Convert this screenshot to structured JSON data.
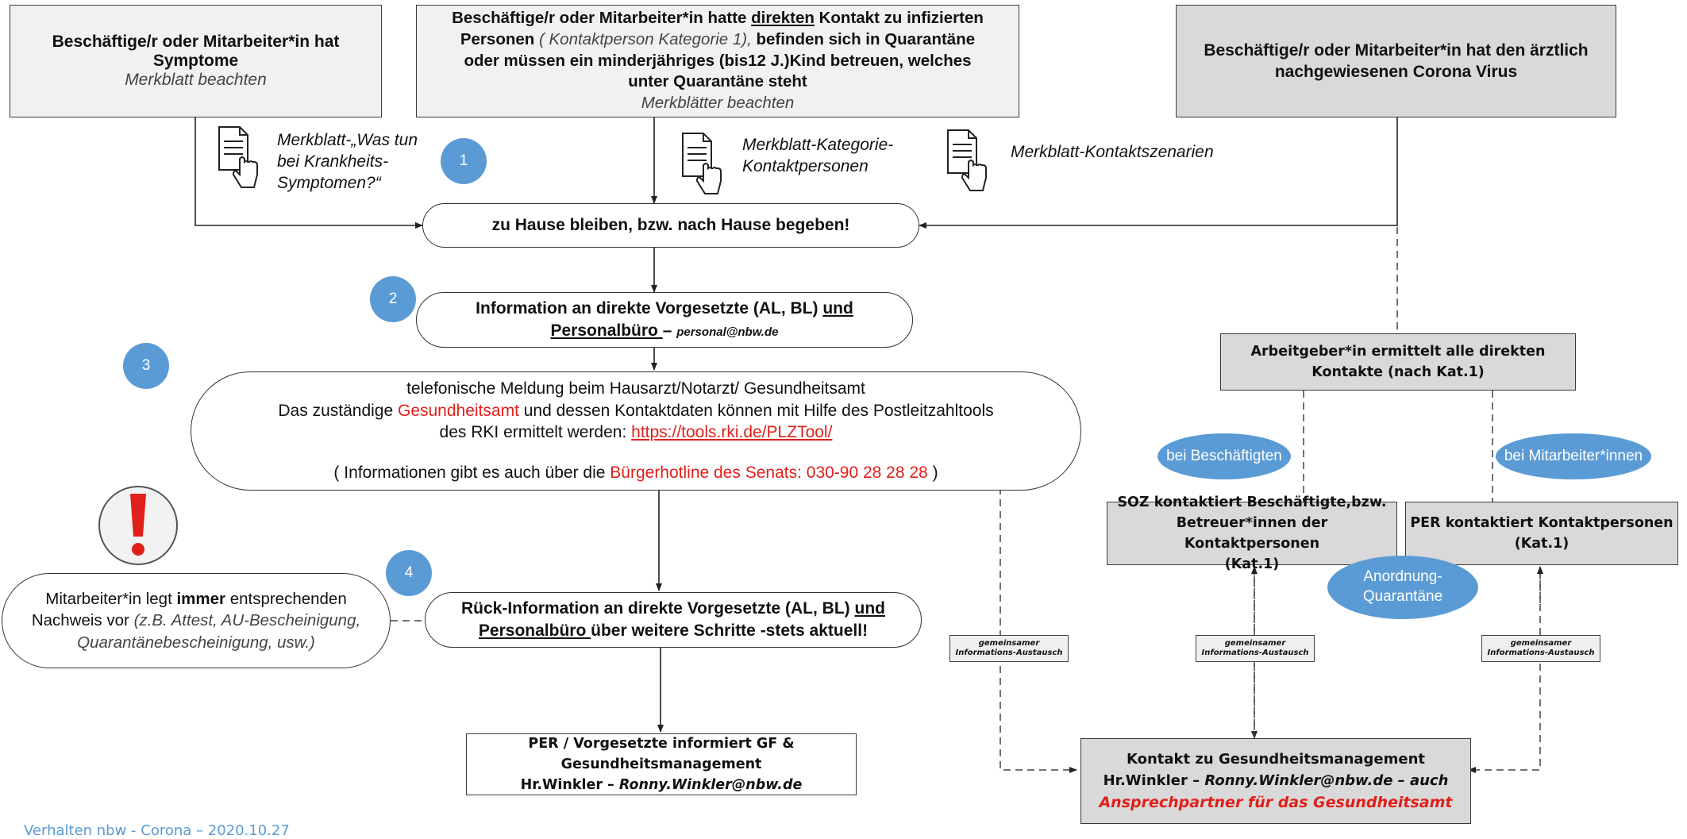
{
  "box_symptoms": {
    "title": "Beschäftige/r oder Mitarbeiter*in hat Symptome",
    "sub": "Merkblatt beachten"
  },
  "box_contact": {
    "line_a": "Beschäftige/r oder Mitarbeiter*in hatte ",
    "line_a_u": "direkten",
    "line_a_end": " Kontakt zu infizierten",
    "line_b": "Personen ",
    "line_b_it": "( Kontaktperson Kategorie 1),",
    "line_b_end": " befinden sich in Quarantäne",
    "line_c": "oder müssen ein minderjähriges (bis12 J.)Kind betreuen, welches",
    "line_d": "unter Quarantäne steht",
    "sub": "Merkblätter beachten"
  },
  "box_virus": {
    "title": "Beschäftige/r oder Mitarbeiter*in  hat den ärztlich nachgewiesenen Corona Virus"
  },
  "notes": {
    "symptoms": "Merkblatt-„Was tun bei Krankheits-Symptomen?“",
    "category": "Merkblatt-Kategorie-Kontaktpersonen",
    "scenarios": "Merkblatt-Kontaktszenarien"
  },
  "steps": {
    "s1": "1",
    "s2": "2",
    "s3": "3",
    "s4": "4"
  },
  "stay_home": "zu Hause bleiben, bzw. nach Hause begeben!",
  "info_box": {
    "line1": "Information an direkte Vorgesetzte (AL, BL) ",
    "line1_u": "und",
    "line2_u": "Personalbüro ",
    "dash": "– ",
    "email": "personal@nbw.de"
  },
  "phone_box": {
    "line1": "telefonische Meldung beim Hausarzt/Notarzt/ Gesundheitsamt",
    "line2_a": "Das zuständige ",
    "line2_red": "Gesundheitsamt",
    "line2_b": " und dessen Kontaktdaten können mit Hilfe des Postleitzahltools",
    "line3": "des RKI ermittelt werden: ",
    "link": "https://tools.rki.de/PLZTool/",
    "line4_a": "( Informationen gibt es auch über die ",
    "line4_red": "Bürgerhotline des Senats: 030-90 28 28 28",
    "line4_b": " )"
  },
  "nachweis": {
    "line1_a": "Mitarbeiter*in legt ",
    "line1_b": "immer",
    "line1_c": " entsprechenden",
    "line2_a": "Nachweis vor ",
    "line2_it": "(z.B. Attest, AU-Bescheinigung,",
    "line3_it": "Quarantänebescheinigung, usw.)"
  },
  "rueck": {
    "line1": "Rück-Information an direkte Vorgesetzte (AL, BL) ",
    "line1_u": "und",
    "line2_u": "Personalbüro ",
    "line2_end": "über weitere Schritte -stets aktuell!"
  },
  "per_box": {
    "line1": "PER / Vorgesetzte informiert GF &",
    "line2": "Gesundheitsmanagement",
    "line3_a": "Hr.Winkler – ",
    "line3_it": "Ronny.Winkler@nbw.de"
  },
  "arbeitgeber": {
    "line1": "Arbeitgeber*in ermittelt alle direkten",
    "line2": "Kontakte (nach Kat.1)"
  },
  "ovals": {
    "beschaeftigte": "bei Beschäftigten",
    "mitarbeiter": "bei Mitarbeiter*innen",
    "anordnung_1": "Anordnung-",
    "anordnung_2": "Quarantäne"
  },
  "soz_box": {
    "line1": "SOZ kontaktiert Beschäftigte,bzw.",
    "line2": "Betreuer*innen der Kontaktpersonen",
    "line3": "(Kat.1)"
  },
  "per_kontakt": {
    "line1": "PER kontaktiert Kontaktpersonen",
    "line2": "(Kat.1)"
  },
  "exchange": {
    "line1": "gemeinsamer",
    "line2": "Informations-Austausch"
  },
  "gm_box": {
    "line1": "Kontakt zu Gesundheitsmanagement",
    "line2_a": "Hr.Winkler – ",
    "line2_it": "Ronny.Winkler@nbw.de – auch",
    "line3_red": "Ansprechpartner für das Gesundheitsamt"
  },
  "footer": "Verhalten nbw - Corona – 2020.10.27",
  "colors": {
    "accent": "#5b9bd5",
    "red": "#e0201b",
    "box_gray": "#d9d9d9"
  },
  "icons": {
    "document": "document-hand-icon",
    "warning": "exclamation-icon"
  }
}
